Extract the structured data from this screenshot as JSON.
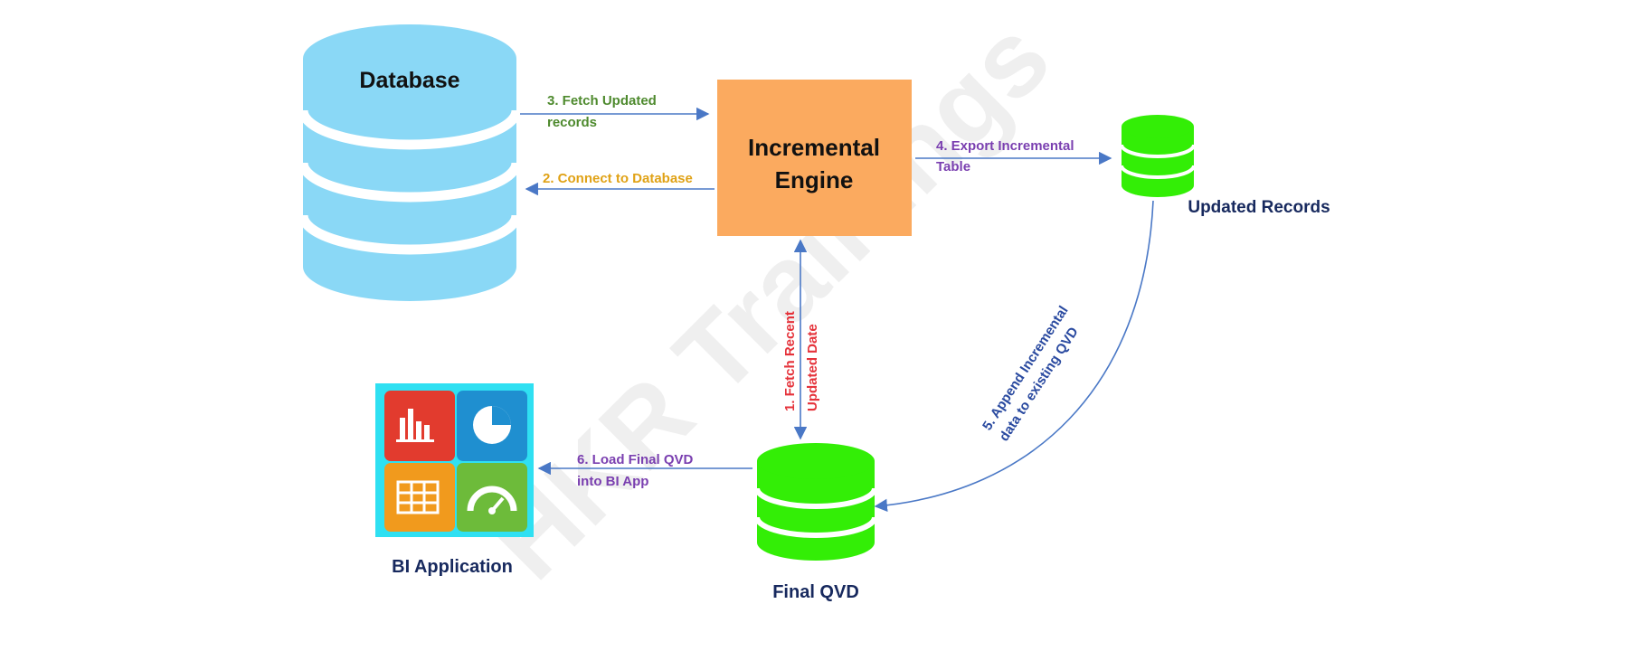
{
  "nodes": {
    "database": {
      "label": "Database",
      "color": "#8ad8f6"
    },
    "engine": {
      "label_line1": "Incremental",
      "label_line2": "Engine",
      "color": "#fbaa5f"
    },
    "updated_records": {
      "label": "Updated Records",
      "color": "#33ee06"
    },
    "final_qvd": {
      "label": "Final QVD",
      "color": "#33ee06"
    },
    "bi_app": {
      "label": "BI Application",
      "frame_color": "#2fe0f2"
    }
  },
  "edges": {
    "e1": {
      "line1": "1. Fetch Recent",
      "line2": "Updated Date",
      "color": "#e5323a"
    },
    "e2": {
      "line1": "2. Connect to Database",
      "color": "#e0a216"
    },
    "e3": {
      "line1": "3. Fetch Updated",
      "line2": "records",
      "color": "#4e8a2e"
    },
    "e4": {
      "line1": "4. Export Incremental",
      "line2": "Table",
      "color": "#7a3fb0"
    },
    "e5": {
      "line1": "5. Append Incremental",
      "line2": "data to existing QVD",
      "color": "#2a4aa0"
    },
    "e6": {
      "line1": "6. Load Final QVD",
      "line2": "into BI App",
      "color": "#7a3fb0"
    }
  },
  "watermark": "HKR Trainings",
  "colors": {
    "arrow": "#4a78c6",
    "node_label": "#17295e",
    "tiles": [
      "#e23b2e",
      "#1f8fd0",
      "#f19a1d",
      "#6dbb3a"
    ]
  }
}
